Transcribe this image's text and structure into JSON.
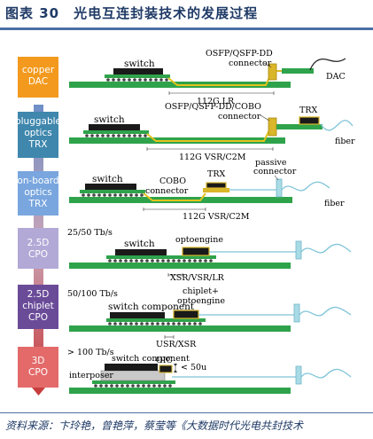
{
  "title": "图表 30　光电互连封装技术的发展过程",
  "source": "资料来源：卞玲艳，曾艳萍，蔡莹等《大数据时代光电共封技术",
  "colors": {
    "arrow": "#4f74b6",
    "copper": "#f39a1e",
    "pluggable": "#3f87ad",
    "onboard": "#79a6de",
    "cpo25": "#b3a9d6",
    "chiplet": "#6a4b98",
    "cpo3d": "#e46a6a",
    "board": "#2fa34b",
    "trace": "#e4c21c",
    "package": "#1a1a1a",
    "connector": "#d9b62a"
  },
  "stages": [
    {
      "label": [
        "copper",
        "DAC"
      ]
    },
    {
      "label": [
        "pluggable",
        "optics",
        "TRX"
      ]
    },
    {
      "label": [
        "on-board",
        "optics",
        "TRX"
      ]
    },
    {
      "label": [
        "2.5D",
        "CPO"
      ]
    },
    {
      "label": [
        "2.5D",
        "chiplet",
        "CPO"
      ]
    },
    {
      "label": [
        "3D",
        "CPO"
      ]
    }
  ],
  "rows": {
    "r1": {
      "switch": "switch",
      "connector": [
        "OSFP/QSFP-DD",
        "connector"
      ],
      "dac": "DAC",
      "link": "112G LR"
    },
    "r2": {
      "switch": "switch",
      "connector": [
        "OSFP/QSFP-DD/COBO",
        "connector"
      ],
      "trx": "TRX",
      "fiber": "fiber",
      "link": "112G VSR/C2M"
    },
    "r3": {
      "switch": "switch",
      "cobo": [
        "COBO",
        "connector"
      ],
      "trx": "TRX",
      "passive": [
        "passive",
        "connector"
      ],
      "fiber": "fiber",
      "link": "112G VSR/C2M"
    },
    "r4": {
      "rate": "25/50 Tb/s",
      "switch": "switch",
      "engine": "optoengine",
      "link": "XSR/VSR/LR"
    },
    "r5": {
      "rate": "50/100 Tb/s",
      "switch": "switch component",
      "engine": [
        "chiplet+",
        "optoengine"
      ],
      "link": "USR/XSR"
    },
    "r6": {
      "rate": "> 100 Tb/s",
      "switch": "switch component",
      "interposer": "interposer",
      "oic": "OIC",
      "dim": "< 50u"
    }
  }
}
